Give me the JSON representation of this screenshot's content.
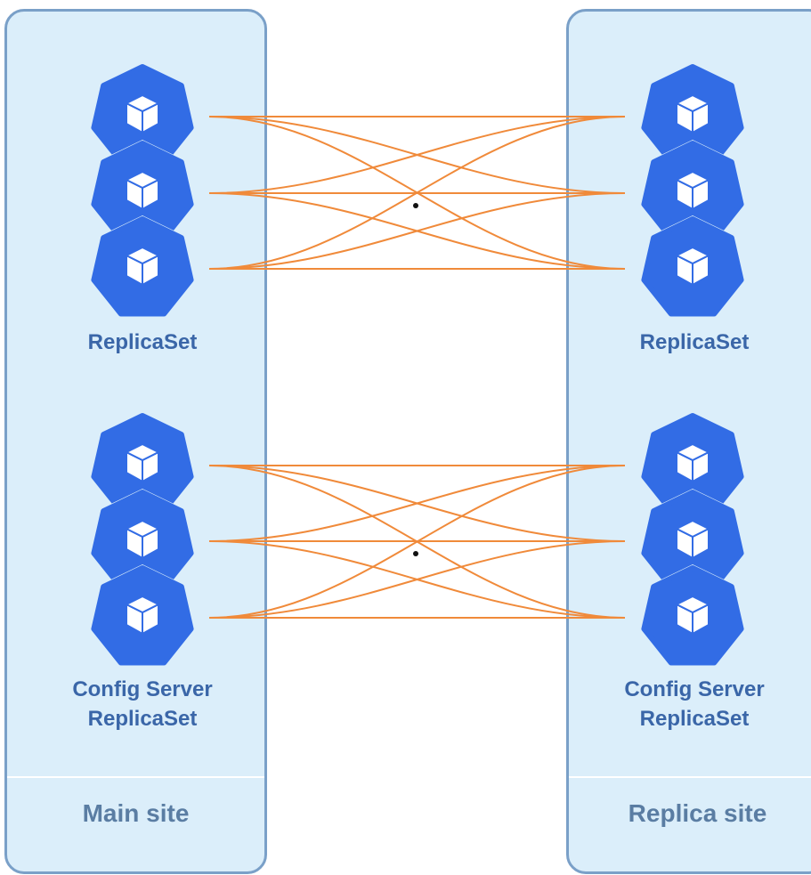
{
  "sites": {
    "main": {
      "footer": "Main site"
    },
    "replica": {
      "footer": "Replica site"
    }
  },
  "groups": {
    "replicaset_main": "ReplicaSet",
    "replicaset_replica": "ReplicaSet",
    "config_main_line1": "Config Server",
    "config_main_line2": "ReplicaSet",
    "config_replica_line1": "Config Server",
    "config_replica_line2": "ReplicaSet"
  },
  "colors": {
    "panel_bg": "#dbeefa",
    "panel_border": "#7aa0c8",
    "node_fill": "#326ce5",
    "link": "#f08a3a",
    "label": "#3a66a8",
    "footer_label": "#5a7da3"
  },
  "icons": {
    "node": "kubernetes-pod-icon"
  }
}
